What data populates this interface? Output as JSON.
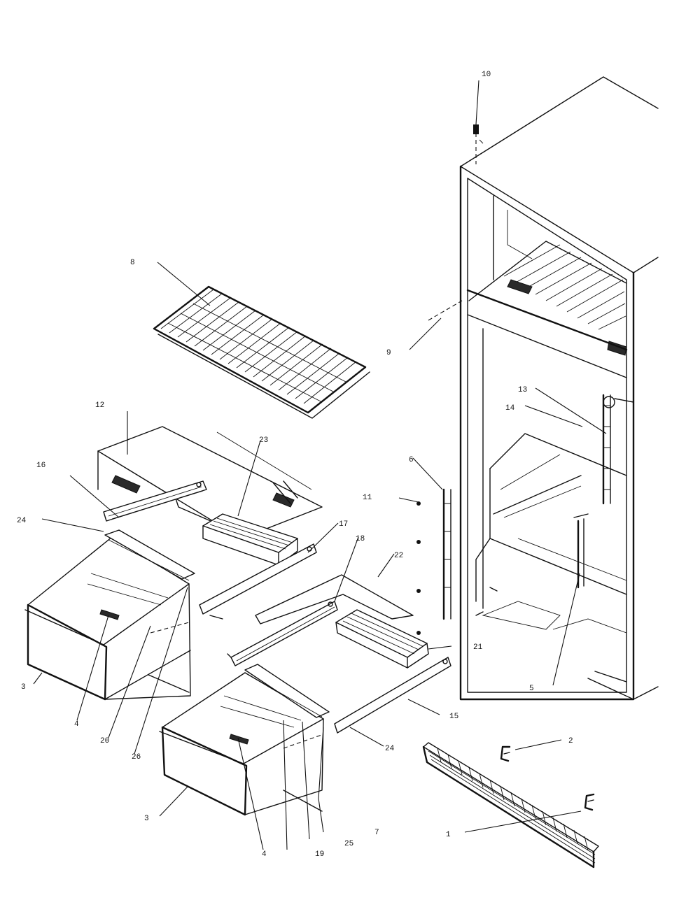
{
  "callouts": {
    "c1": "1",
    "c2": "2",
    "c3a": "3",
    "c3b": "3",
    "c4a": "4",
    "c4b": "4",
    "c5": "5",
    "c6": "6",
    "c7": "7",
    "c8": "8",
    "c9": "9",
    "c10": "10",
    "c11": "11",
    "c12": "12",
    "c13": "13",
    "c14": "14",
    "c15": "15",
    "c16": "16",
    "c17": "17",
    "c18": "18",
    "c19": "19",
    "c20": "20",
    "c21": "21",
    "c22": "22",
    "c23": "23",
    "c24a": "24",
    "c24b": "24",
    "c25": "25",
    "c26": "26"
  }
}
